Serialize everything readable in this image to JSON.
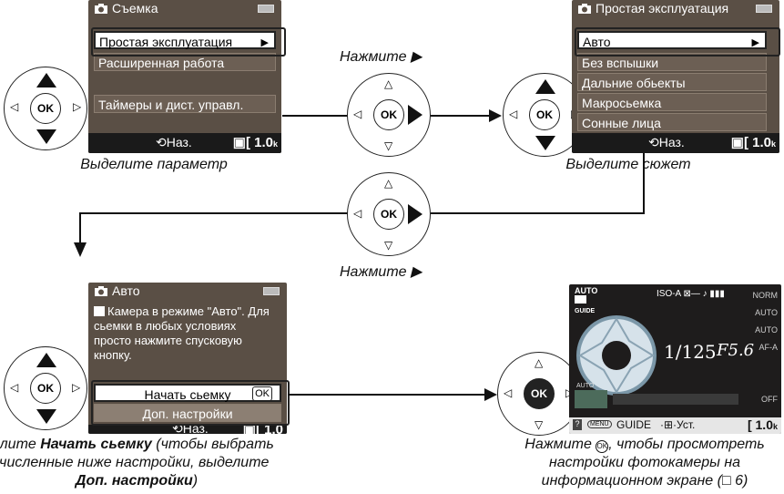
{
  "screen_a": {
    "title": "Съемка",
    "items": [
      "Простая эксплуатация",
      "Расширенная работа",
      "Таймеры и дист. управл."
    ],
    "back": "Наз.",
    "count": "1.0",
    "count_unit": "k"
  },
  "screen_b": {
    "title": "Простая эксплуатация",
    "items": [
      "Авто",
      "Без вспышки",
      "Дальние обьекты",
      "Макросьемка",
      "Сонные лица"
    ],
    "back": "Наз.",
    "count": "1.0",
    "count_unit": "k"
  },
  "screen_c": {
    "title": "Авто",
    "message": "Камера в режиме \"Авто\". Для сьемки в любых условиях просто нажмите спусковую кнопку.",
    "option_start": "Начать сьемку",
    "ok_badge": "OK",
    "option_more": "Доп. настройки",
    "back": "Наз.",
    "count": "1.0"
  },
  "screen_d": {
    "top_left": "AUTO",
    "guide_small": "GUIDE",
    "iso_status": "ISO-A",
    "shutter": "1/125",
    "aperture": "F5.6",
    "right_column": [
      "NORM",
      "AUTO",
      "AUTO",
      "AF-A",
      "OFF"
    ],
    "auto_label": "AUTO",
    "bottom_menu": "MENU",
    "bottom_guide": "GUIDE",
    "bottom_set": "Уст.",
    "count": "1.0",
    "count_unit": "k"
  },
  "labels": {
    "press_1": "Нажмите ▶",
    "press_2": "Нажмите ▶",
    "ok_text": "OK",
    "caption_a": "Выделите параметр",
    "caption_b": "Выделите сюжет",
    "caption_c_line1_pre": "Выделите ",
    "caption_c_line1_bold": "Начать сьемку",
    "caption_c_line1_post": " (чтобы выбрать",
    "caption_c_line2": "перечисленные ниже настройки, выделите",
    "caption_c_line3_bold": "Доп. настройки",
    "caption_c_line3_post": ")",
    "caption_d_line1_pre": "Нажмите ",
    "caption_d_ok": "OK",
    "caption_d_line1_post": ", чтобы просмотреть",
    "caption_d_line2": "настройки фотокамеры на",
    "caption_d_line3": "информационном экране (",
    "caption_d_book": "□",
    "caption_d_page": " 6)"
  }
}
